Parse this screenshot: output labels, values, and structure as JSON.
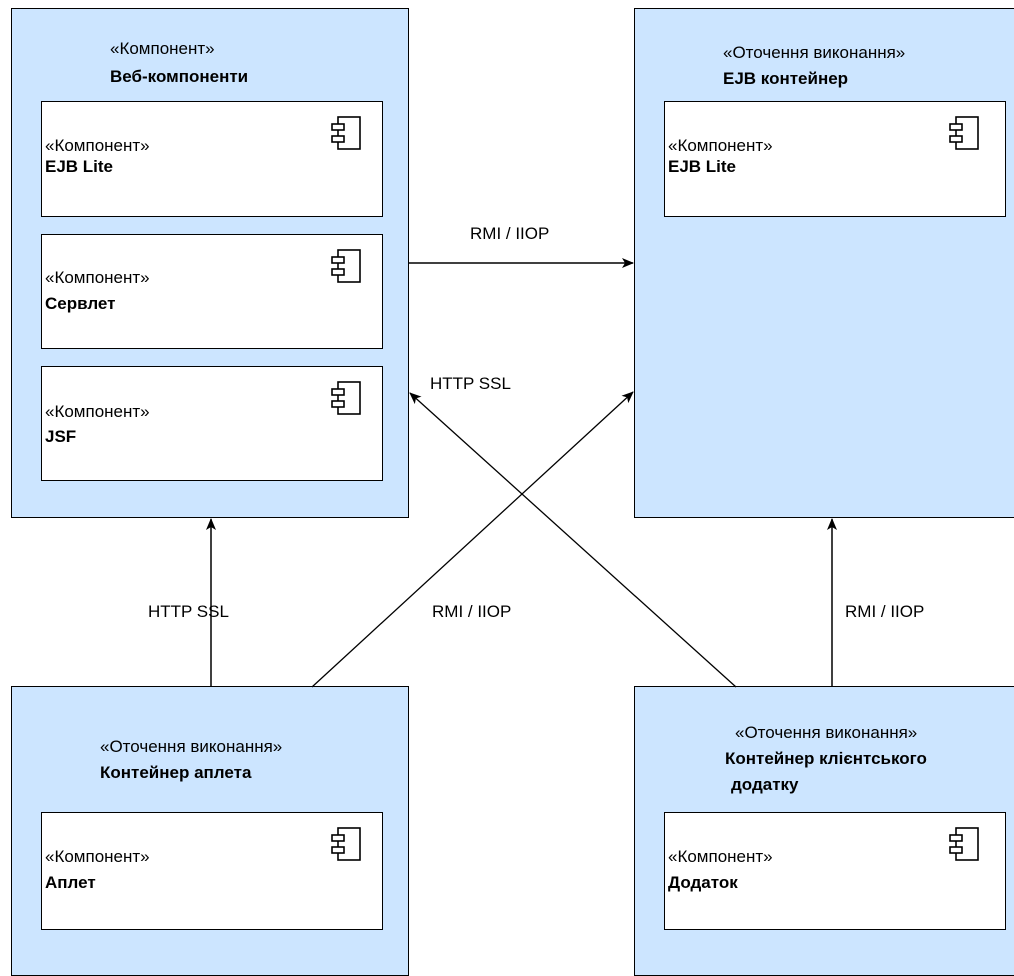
{
  "nodes": {
    "web": {
      "stereotype": "«Компонент»",
      "name": "Веб-компоненти",
      "children": [
        {
          "stereotype": "«Компонент»",
          "name": "EJB Lite"
        },
        {
          "stereotype": "«Компонент»",
          "name": "Сервлет"
        },
        {
          "stereotype": "«Компонент»",
          "name": "JSF"
        }
      ]
    },
    "ejb": {
      "stereotype": "«Оточення виконання»",
      "name": "EJB контейнер",
      "children": [
        {
          "stereotype": "«Компонент»",
          "name": "EJB Lite"
        }
      ]
    },
    "applet": {
      "stereotype": "«Оточення виконання»",
      "name": "Контейнер аплета",
      "children": [
        {
          "stereotype": "«Компонент»",
          "name": "Аплет"
        }
      ]
    },
    "client": {
      "stereotype": "«Оточення виконання»",
      "name_line1": "Контейнер клієнтського",
      "name_line2": "додатку",
      "children": [
        {
          "stereotype": "«Компонент»",
          "name": "Додаток"
        }
      ]
    }
  },
  "edges": {
    "web_to_ejb": "RMI / IIOP",
    "client_to_web": "HTTP SSL",
    "applet_to_web": "HTTP SSL",
    "applet_to_ejb": "RMI / IIOP",
    "client_to_ejb": "RMI / IIOP"
  },
  "colors": {
    "container_fill": "#cce5ff",
    "component_fill": "#ffffff",
    "stroke": "#000000"
  },
  "icons": [
    "component-icon"
  ]
}
